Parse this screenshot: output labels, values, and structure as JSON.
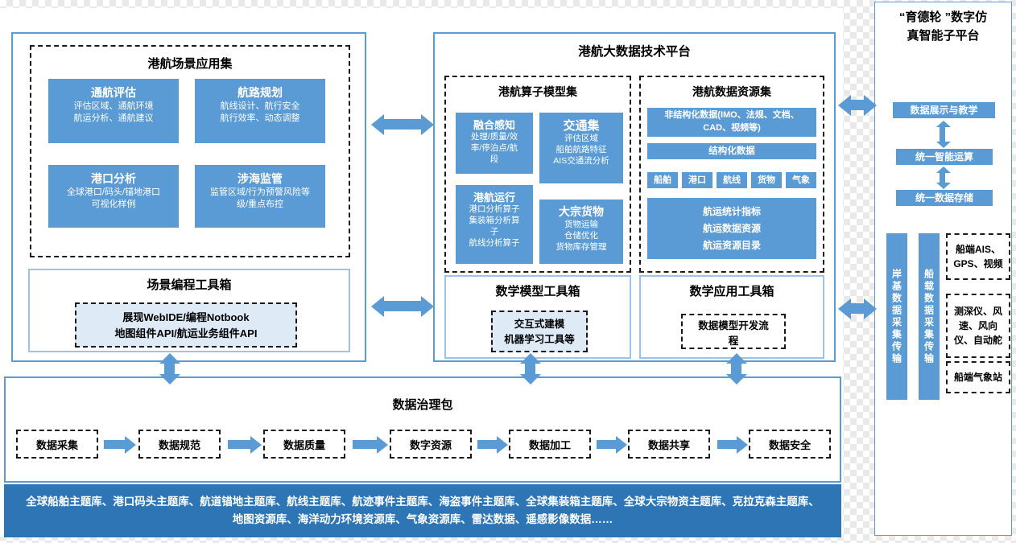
{
  "colors": {
    "primary_blue": "#5B9BD5",
    "dark_blue_bar": "#2E75B6",
    "light_border_blue": "#9DC3E6",
    "light_blue_fill": "#DEEBF7"
  },
  "left_panel": {
    "app_set": {
      "title": "港航场景应用集",
      "cards": [
        {
          "title": "通航评估",
          "lines": [
            "评估区域、通航环境",
            "航运分析、通航建议"
          ]
        },
        {
          "title": "航路规划",
          "lines": [
            "航线设计、航行安全",
            "航行效率、动态调整"
          ]
        },
        {
          "title": "港口分析",
          "lines": [
            "全球港口/码头/锚地港口",
            "可视化样例"
          ]
        },
        {
          "title": "涉海监管",
          "lines": [
            "监管区域/行为预警风险等",
            "级/重点布控"
          ]
        }
      ]
    },
    "toolbox": {
      "title": "场景编程工具箱",
      "lines": [
        "展现WebIDE/编程Notbook",
        "地图组件API/航运业务组件API"
      ]
    }
  },
  "middle_panel": {
    "title": "港航大数据技术平台",
    "operator_set": {
      "title": "港航算子模型集",
      "cards": [
        {
          "title": "融合感知",
          "lines": [
            "处理/质量/效",
            "率/停泊点/航",
            "段"
          ]
        },
        {
          "title": "交通集",
          "lines": [
            "评估区域",
            "船舶航路特征",
            "AIS交通流分析"
          ]
        },
        {
          "title": "港航运行",
          "lines": [
            "港口分析算子",
            "集装箱分析算",
            "子",
            "航线分析算子"
          ]
        },
        {
          "title": "大宗货物",
          "lines": [
            "货物运输",
            "仓储优化",
            "货物库存管理"
          ]
        }
      ]
    },
    "resource_set": {
      "title": "港航数据资源集",
      "unstructured": "非结构化数据(IMO、法规、文档、CAD、视频等)",
      "structured": "结构化数据",
      "tags": [
        "船舶",
        "港口",
        "航线",
        "货物",
        "气象"
      ],
      "stats_lines": [
        "航运统计指标",
        "航运数据资源",
        "航运资源目录"
      ]
    },
    "model_toolbox": {
      "title": "数学模型工具箱",
      "lines": [
        "交互式建模",
        "机器学习工具等"
      ]
    },
    "app_toolbox": {
      "title": "数学应用工具箱",
      "lines": [
        "数据模型开发流",
        "程"
      ]
    }
  },
  "right_panel": {
    "title_lines": [
      "“育德轮 ”数字仿",
      "真智能子平台"
    ],
    "buttons": [
      "数据展示与教学",
      "统一智能运算",
      "统一数据存储"
    ],
    "bars": [
      "岸基数据采集传输",
      "船载数据采集传输"
    ],
    "devices": [
      "船端AIS、GPS、视频",
      "测深仪、风速、风向仪、自动舵",
      "船端气象站"
    ]
  },
  "governance": {
    "title": "数据治理包",
    "steps": [
      "数据采集",
      "数据规范",
      "数据质量",
      "数字资源",
      "数据加工",
      "数据共享",
      "数据安全"
    ]
  },
  "bottom_bar": {
    "text": "全球船舶主题库、港口码头主题库、航道锚地主题库、航线主题库、航迹事件主题库、海盗事件主题库、全球集装箱主题库、全球大宗物资主题库、克拉克森主题库、地图资源库、海洋动力环境资源库、气象资源库、雷达数据、遥感影像数据……"
  }
}
